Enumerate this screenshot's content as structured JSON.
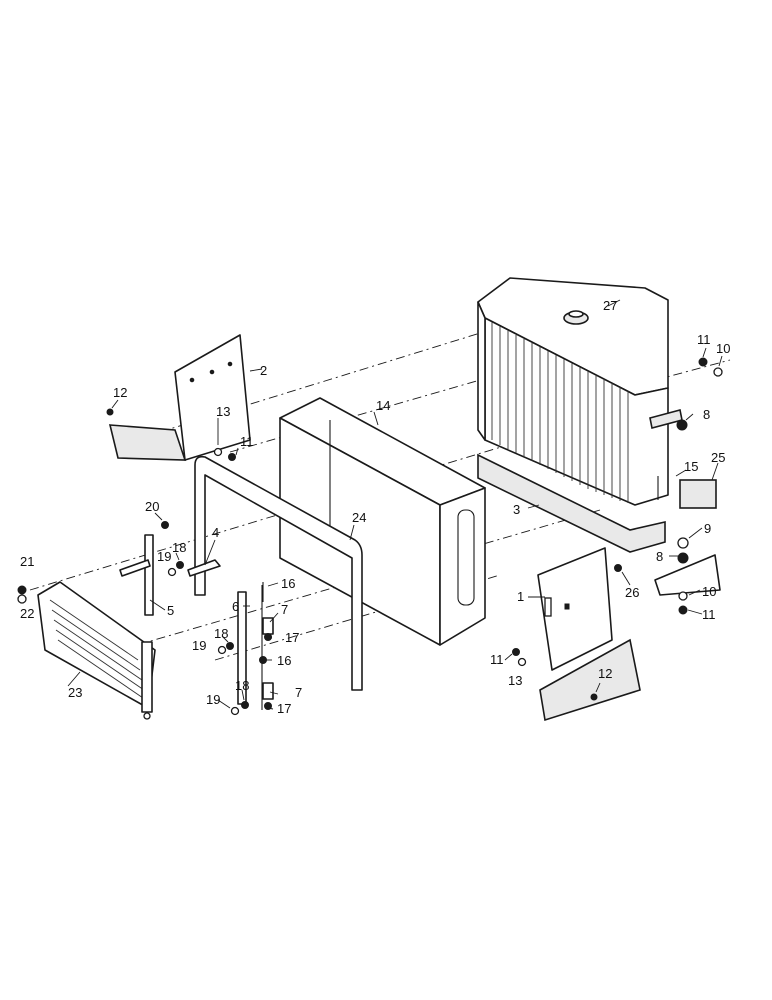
{
  "callouts": {
    "c1": "1",
    "c2": "2",
    "c3": "3",
    "c4": "4",
    "c5": "5",
    "c6": "6",
    "c7a": "7",
    "c7b": "7",
    "c8a": "8",
    "c8b": "8",
    "c9": "9",
    "c10a": "10",
    "c10b": "10",
    "c11a": "11",
    "c11b": "11",
    "c11c": "11",
    "c11d": "11",
    "c12a": "12",
    "c12b": "12",
    "c13a": "13",
    "c13b": "13",
    "c14": "14",
    "c15": "15",
    "c16a": "16",
    "c16b": "16",
    "c17a": "17",
    "c17b": "17",
    "c18a": "18",
    "c18b": "18",
    "c18c": "18",
    "c19a": "19",
    "c19b": "19",
    "c19c": "19",
    "c20": "20",
    "c21": "21",
    "c22": "22",
    "c23": "23",
    "c24": "24",
    "c25": "25",
    "c26": "26",
    "c27": "27"
  }
}
